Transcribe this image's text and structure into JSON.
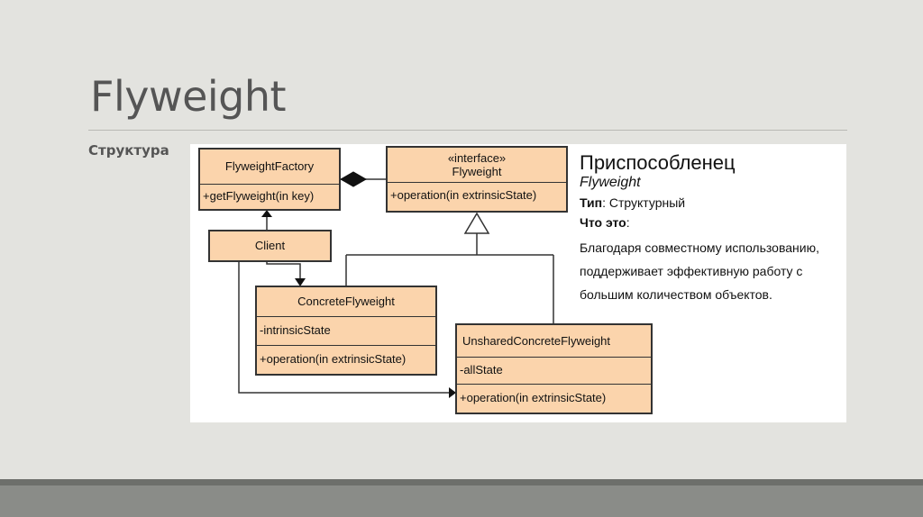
{
  "slide": {
    "title": "Flyweight",
    "subtitle": "Структура"
  },
  "diagram": {
    "classes": {
      "flyweight_factory": {
        "name": "FlyweightFactory",
        "methods": [
          "+getFlyweight(in key)"
        ]
      },
      "flyweight": {
        "stereotype": "«interface»",
        "name": "Flyweight",
        "methods": [
          "+operation(in extrinsicState)"
        ]
      },
      "client": {
        "name": "Client"
      },
      "concrete_flyweight": {
        "name": "ConcreteFlyweight",
        "attributes": [
          "-intrinsicState"
        ],
        "methods": [
          "+operation(in extrinsicState)"
        ]
      },
      "unshared_concrete_flyweight": {
        "name": "UnsharedConcreteFlyweight",
        "attributes": [
          "-allState"
        ],
        "methods": [
          "+operation(in extrinsicState)"
        ]
      }
    }
  },
  "info": {
    "title": "Приспособленец",
    "subtitle": "Flyweight",
    "type_label": "Тип",
    "type_value": ": Структурный",
    "what_label": "Что это",
    "what_suffix": ":",
    "description_lines": [
      "Благодаря совместному использованию,",
      "поддерживает эффективную работу с",
      "большим количеством объектов."
    ]
  },
  "colors": {
    "class_fill": "#fbd4ac",
    "class_border": "#333333",
    "background": "#e3e3df",
    "footer": "#8a8c88"
  }
}
